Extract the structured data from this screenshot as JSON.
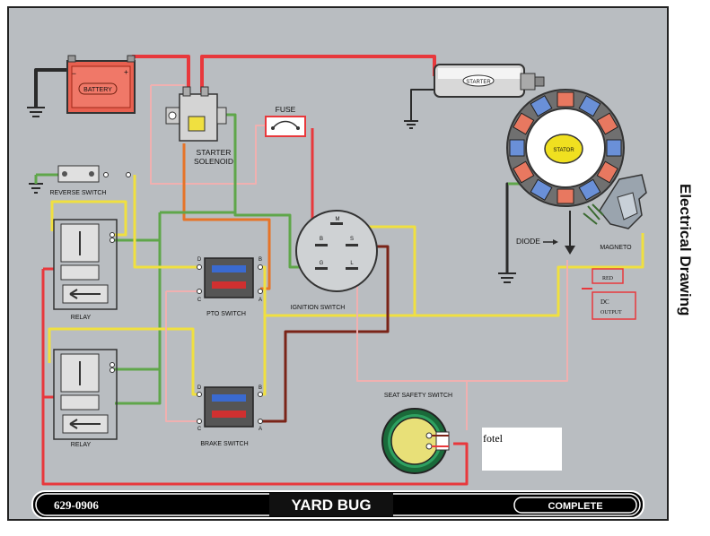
{
  "diagram": {
    "title": "Electrical Drawing",
    "model_number": "629-0906",
    "model_name": "YARD BUG",
    "status_button": "COMPLETE",
    "note_text": "fotel"
  },
  "components": {
    "battery": "BATTERY",
    "battery_minus": "−",
    "battery_plus": "+",
    "starter": "STARTER",
    "starter_solenoid": [
      "STARTER",
      "SOLENOID"
    ],
    "fuse": "FUSE",
    "stator": "STATOR",
    "magneto": "MAGNETO",
    "diode": "DIODE",
    "red_tag": "RED",
    "dc_output": [
      "DC",
      "OUTPUT"
    ],
    "reverse_switch": "REVERSE SWITCH",
    "relay_1": "RELAY",
    "relay_2": "RELAY",
    "pto_switch": "PTO SWITCH",
    "brake_switch": "BRAKE SWITCH",
    "ignition_switch": "IGNITION SWITCH",
    "seat_safety_switch": "SEAT SAFETY SWITCH"
  },
  "terminals": {
    "ignition": {
      "m": "M",
      "b": "B",
      "s": "S",
      "g": "G",
      "l": "L"
    },
    "pto": {
      "d": "D",
      "b": "B",
      "c": "C",
      "a": "A"
    },
    "brake": {
      "d": "D",
      "b": "B",
      "c": "C",
      "a": "A"
    }
  },
  "colors": {
    "background": "#b8bcc0",
    "wire_red": "#e8383c",
    "wire_green": "#5fa64a",
    "wire_yellow": "#f0e040",
    "wire_orange": "#e67428",
    "wire_dark_red": "#7a2418",
    "wire_pink": "#f0b0b0",
    "ground": "#2a2a2a"
  }
}
